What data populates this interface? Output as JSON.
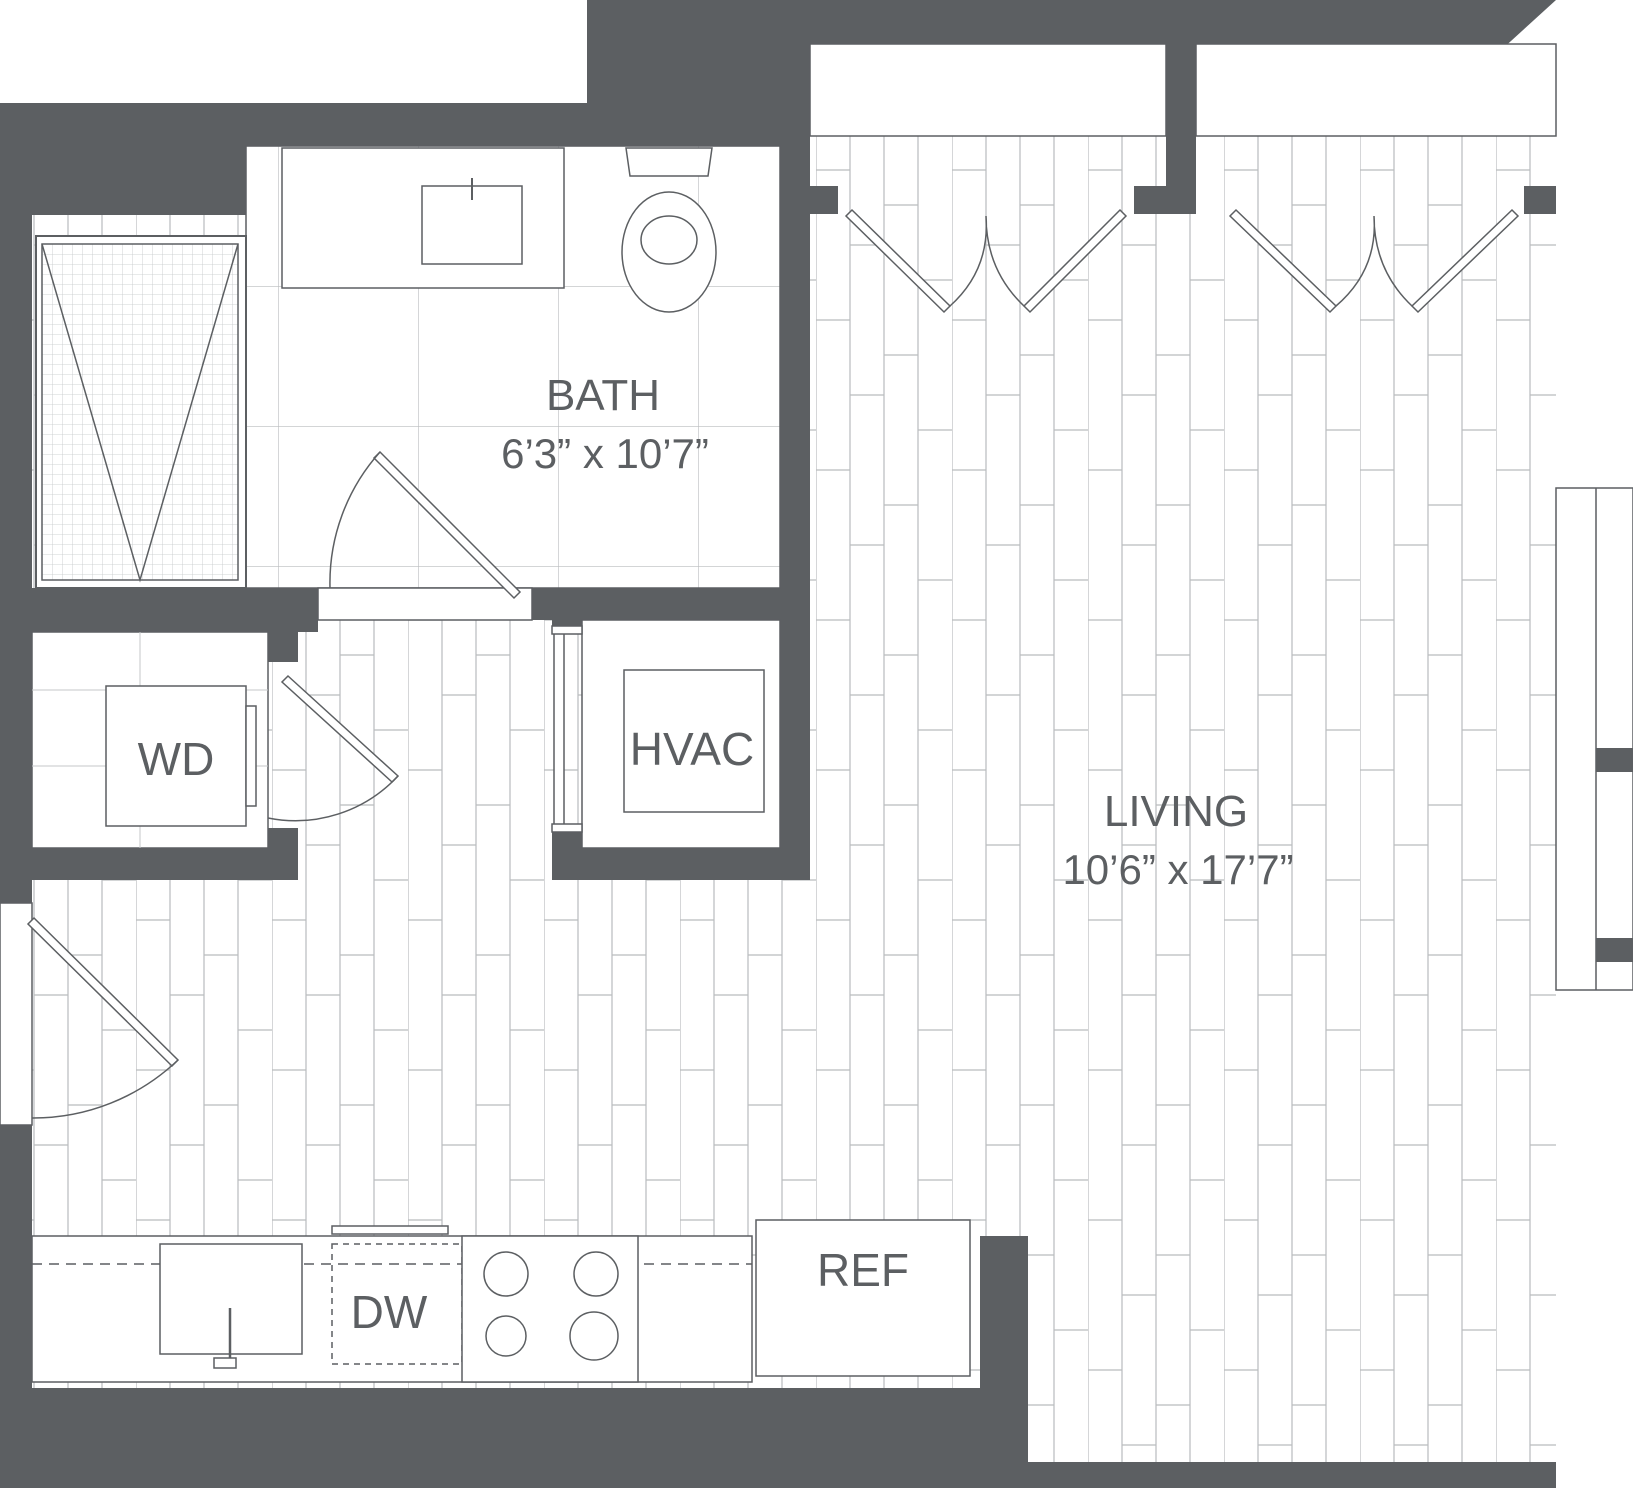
{
  "colors": {
    "wall": "#5c5f62",
    "floor": "#ffffff",
    "line": "#5c5f62",
    "tile_line": "#b9bcbe",
    "text": "#5c5f62"
  },
  "rooms": {
    "bath": {
      "name": "BATH",
      "dims": "6’3” x 10’7”"
    },
    "living": {
      "name": "LIVING",
      "dims": "10’6” x 17’7”"
    }
  },
  "fixtures": {
    "washer_dryer": "WD",
    "hvac": "HVAC",
    "dishwasher": "DW",
    "refrigerator": "REF"
  }
}
